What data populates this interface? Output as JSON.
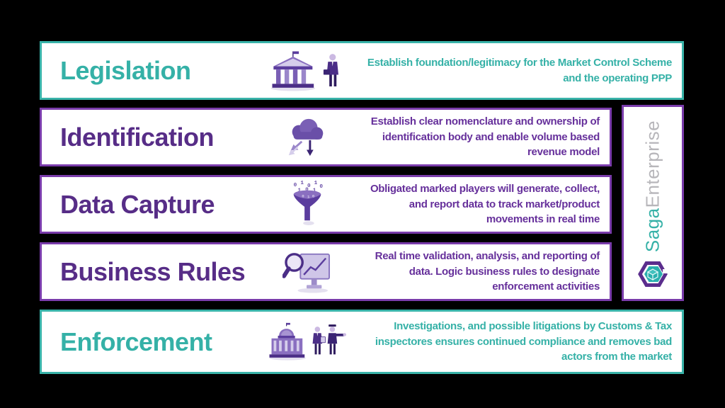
{
  "colors": {
    "teal": "#39b3a9",
    "teal_text": "#35b1a7",
    "purple_border": "#7a3cab",
    "purple_title": "#572d87",
    "purple_text": "#66309b",
    "gray_brand": "#b7b6ba",
    "icon_dark": "#3a2473",
    "icon_mid": "#5b3d9e",
    "icon_main": "#7a5fb5",
    "icon_light": "#a894d2",
    "icon_pale": "#d5cdeb",
    "bg": "#000000"
  },
  "rows": [
    {
      "title": "Legislation",
      "description": "Establish foundation/legitimacy for the Market Control Scheme and the operating PPP",
      "theme": "teal",
      "icon": "government-building-and-businessman-icon"
    },
    {
      "title": "Identification",
      "description": "Establish clear nomenclature and ownership of identification body and enable volume based revenue model",
      "theme": "purple",
      "icon": "cloud-data-arrows-icon"
    },
    {
      "title": "Data Capture",
      "description": "Obligated marked players will generate, collect, and report data to track market/product movements in real time",
      "theme": "purple",
      "icon": "binary-funnel-icon"
    },
    {
      "title": "Business Rules",
      "description": "Real time validation, analysis, and reporting of data. Logic business rules to designate enforcement activities",
      "theme": "purple",
      "icon": "magnifier-chart-monitor-icon"
    },
    {
      "title": "Enforcement",
      "description": "Investigations, and possible litigations by Customs & Tax inspectores ensures continued compliance and removes bad actors from the market",
      "theme": "teal",
      "icon": "capitol-and-inspectors-icon"
    }
  ],
  "sidebar": {
    "brand_first": "Saga",
    "brand_second": "Enterprise",
    "logo": "hexagon-cube-logo"
  }
}
